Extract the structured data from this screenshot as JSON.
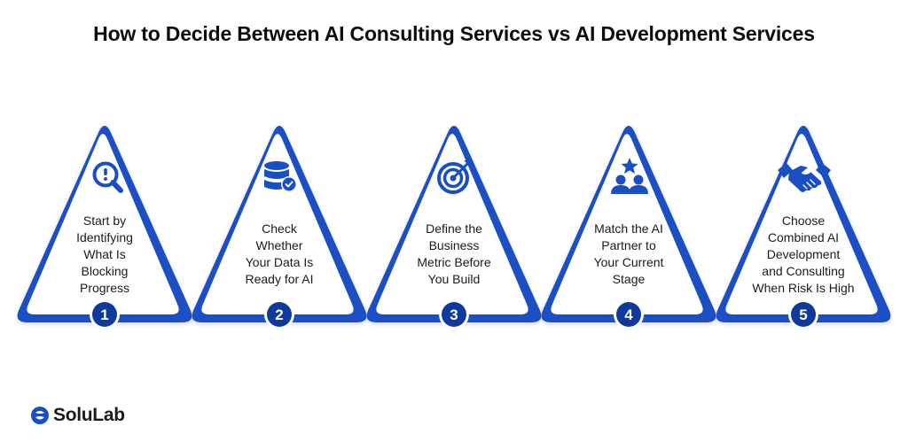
{
  "title": "How to Decide Between AI Consulting Services vs AI Development Services",
  "colors": {
    "primary": "#1a4fc4",
    "primary_dark": "#0f3a9c",
    "text": "#1b1b1b",
    "card_fill": "#ffffff"
  },
  "steps": [
    {
      "number": "1",
      "icon": "search-alert-icon",
      "lines": [
        "Start by",
        "Identifying",
        "What Is",
        "Blocking",
        "Progress"
      ]
    },
    {
      "number": "2",
      "icon": "database-check-icon",
      "lines": [
        "Check",
        "Whether",
        "Your Data Is",
        "Ready for AI"
      ]
    },
    {
      "number": "3",
      "icon": "target-arrow-icon",
      "lines": [
        "Define the",
        "Business",
        "Metric Before",
        "You Build"
      ]
    },
    {
      "number": "4",
      "icon": "team-star-icon",
      "lines": [
        "Match the AI",
        "Partner to",
        "Your Current",
        "Stage"
      ]
    },
    {
      "number": "5",
      "icon": "handshake-icon",
      "lines": [
        "Choose",
        "Combined AI",
        "Development",
        "and Consulting",
        "When Risk Is High"
      ]
    }
  ],
  "logo": {
    "text": "SoluLab",
    "icon": "solulab-logo-icon"
  }
}
